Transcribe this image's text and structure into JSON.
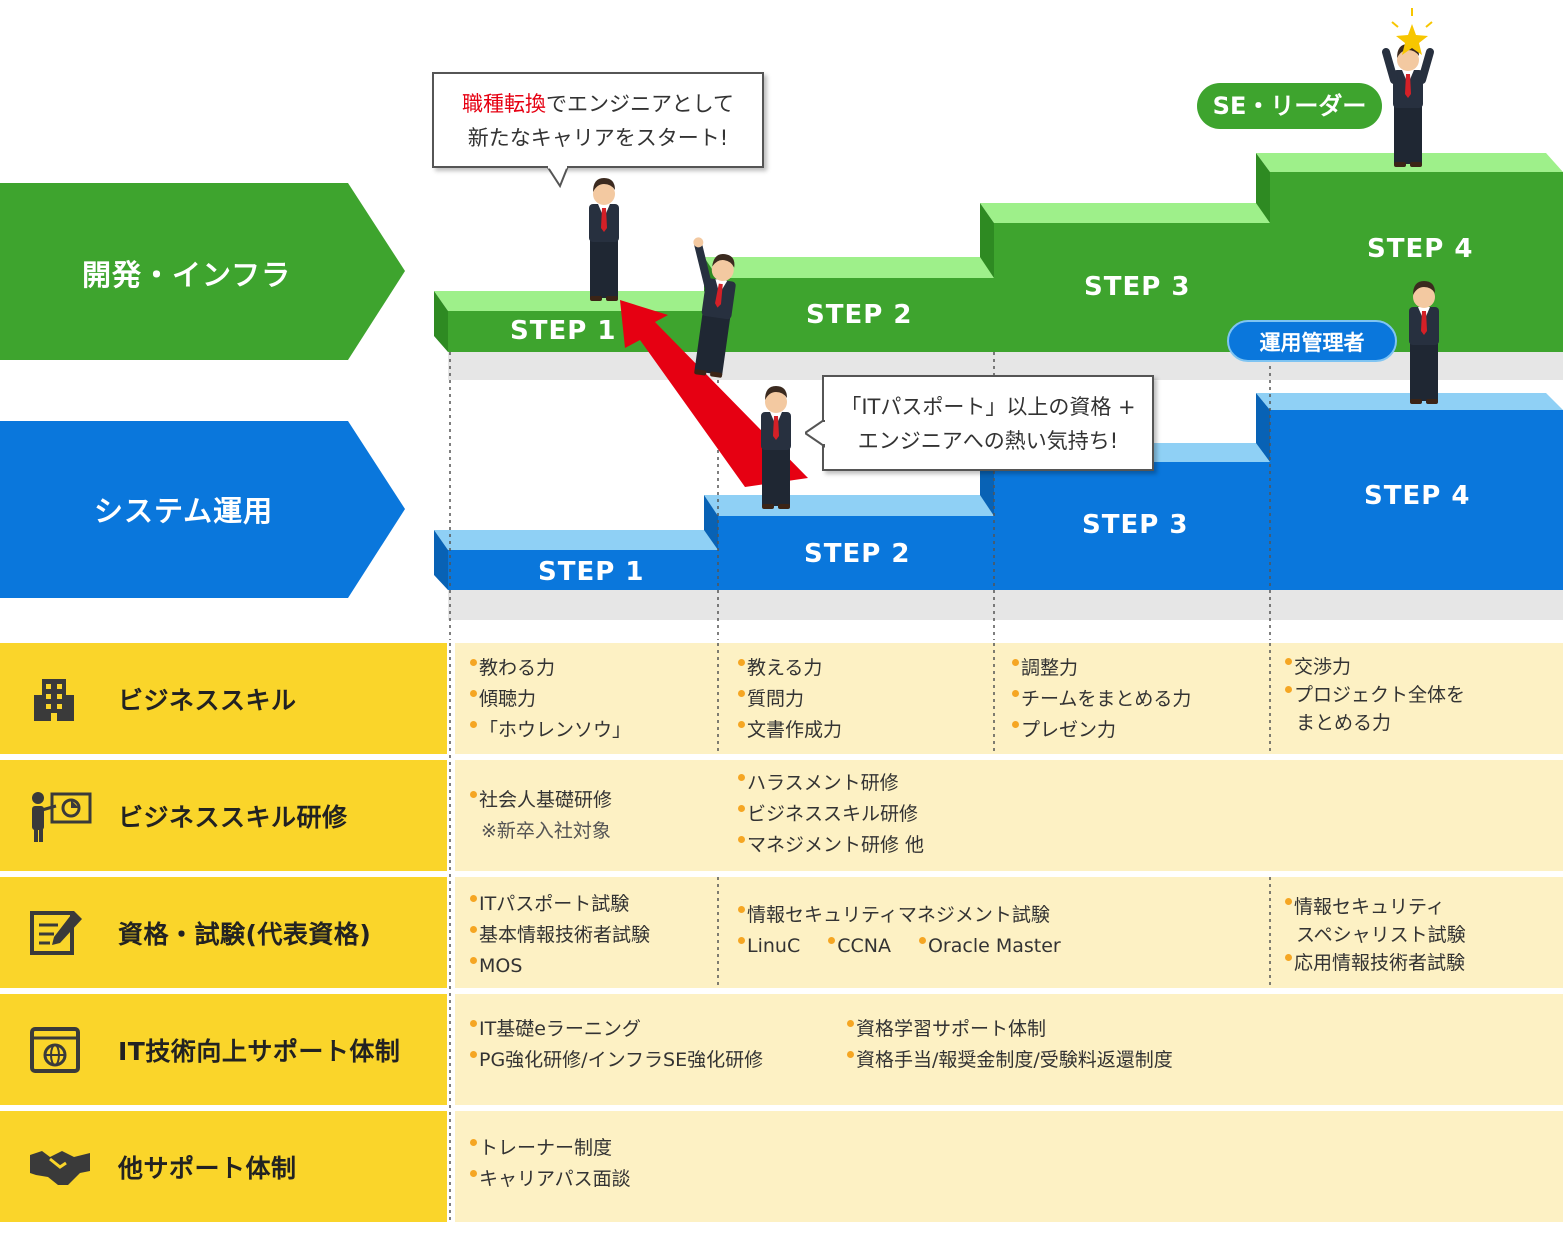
{
  "tracks": {
    "dev": {
      "label": "開発・インフラ",
      "steps": [
        "STEP 1",
        "STEP 2",
        "STEP 3",
        "STEP 4"
      ]
    },
    "ops": {
      "label": "システム運用",
      "steps": [
        "STEP 1",
        "STEP 2",
        "STEP 3",
        "STEP 4"
      ]
    }
  },
  "bubbles": {
    "start": {
      "highlight": "職種転換",
      "rest": "でエンジニアとして",
      "line2": "新たなキャリアをスタート!"
    },
    "req": {
      "line1": "「ITパスポート」以上の資格 +",
      "line2": "エンジニアへの熱い気持ち!"
    }
  },
  "badges": {
    "leader": "SE・リーダー",
    "manager": "運用管理者"
  },
  "colors": {
    "dev": "#3ea42e",
    "dev_top": "#9ef08a",
    "ops": "#0a77dc",
    "ops_top": "#8fd0f5",
    "label_bg": "#fad52a",
    "body_bg": "#fdf1c4",
    "bullet": "#f5a623",
    "arrow": "#e60012"
  },
  "rows": [
    {
      "label": "ビジネススキル",
      "icon": "building-icon",
      "cells": [
        [
          "教わる力",
          "傾聴力",
          "「ホウレンソウ」"
        ],
        [
          "教える力",
          "質問力",
          "文書作成力"
        ],
        [
          "調整力",
          "チームをまとめる力",
          "プレゼン力"
        ],
        [
          "交渉力",
          "プロジェクト全体を",
          "まとめる力"
        ]
      ]
    },
    {
      "label": "ビジネススキル研修",
      "icon": "presentation-icon",
      "cells": [
        [
          "社会人基礎研修",
          "※新卒入社対象"
        ],
        [
          "ハラスメント研修",
          "ビジネススキル研修",
          "マネジメント研修 他"
        ]
      ]
    },
    {
      "label": "資格・試験(代表資格)",
      "icon": "certificate-edit-icon",
      "cells": [
        [
          "ITパスポート試験",
          "基本情報技術者試験",
          "MOS"
        ],
        [
          "情報セキュリティマネジメント試験",
          "LinuC",
          "CCNA",
          "Oracle Master"
        ],
        [
          "情報セキュリティ",
          "スペシャリスト試験",
          "応用情報技術者試験"
        ]
      ]
    },
    {
      "label": "IT技術向上サポート体制",
      "icon": "web-window-icon",
      "cells": [
        [
          "IT基礎eラーニング",
          "PG強化研修/インフラSE強化研修"
        ],
        [
          "資格学習サポート体制",
          "資格手当/報奨金制度/受験料返還制度"
        ]
      ]
    },
    {
      "label": "他サポート体制",
      "icon": "handshake-icon",
      "cells": [
        [
          "トレーナー制度",
          "キャリアパス面談"
        ]
      ]
    }
  ]
}
